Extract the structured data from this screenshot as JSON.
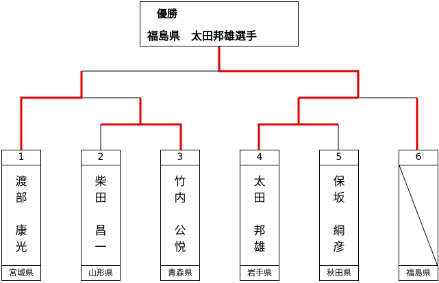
{
  "champion": {
    "label": "優勝",
    "winner": "福島県　太田邦雄選手"
  },
  "entrants": [
    {
      "seed": "1",
      "chars": [
        "渡",
        "部",
        "",
        "康",
        "光"
      ],
      "prefecture": "宮城県"
    },
    {
      "seed": "2",
      "chars": [
        "柴",
        "田",
        "",
        "昌",
        "一"
      ],
      "prefecture": "山形県"
    },
    {
      "seed": "3",
      "chars": [
        "竹",
        "内",
        "",
        "公",
        "悦"
      ],
      "prefecture": "青森県"
    },
    {
      "seed": "4",
      "chars": [
        "太",
        "田",
        "",
        "邦",
        "雄"
      ],
      "prefecture": "岩手県"
    },
    {
      "seed": "5",
      "chars": [
        "保",
        "坂",
        "",
        "綱",
        "彦"
      ],
      "prefecture": "秋田県"
    },
    {
      "seed": "6",
      "chars": [],
      "prefecture": "福島県",
      "bye": true
    }
  ],
  "colors": {
    "winner_path": "#e00000",
    "line": "#000000"
  }
}
